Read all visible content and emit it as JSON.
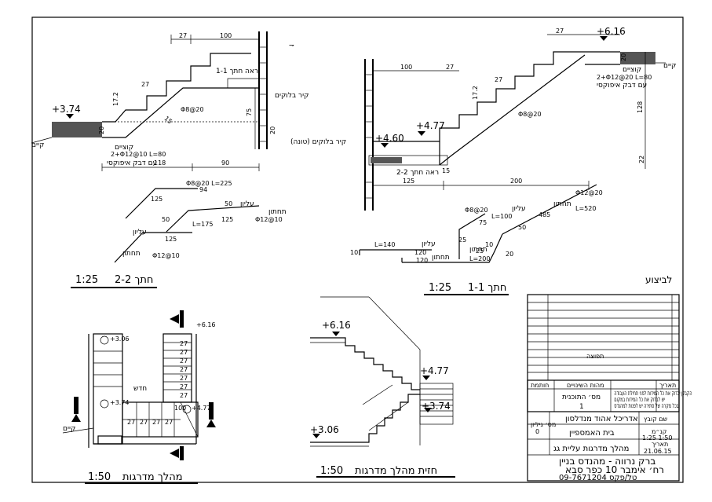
{
  "sheet": {
    "stamp_label": "לביצוע",
    "reinforcement_header": "חתך",
    "rev_col_1": "חותמת",
    "rev_col_2": "מס׳ התוכנית",
    "rev_col_3": "תאריך",
    "rev_col_4": "מהות השינויים",
    "rev_plan_no": "1",
    "heading_sheet": "תפוצה",
    "notes_1": "הקבלן יבדוק את כל המידות לפני תחילת העבודה",
    "notes_2": "יש לבדוק את כל המידות במקום",
    "notes_3": "בכל מקרה של סתירה יש לפנות למהנדס"
  },
  "title_block": {
    "architect": "אדריכל אהוד מנדלסון",
    "project": "בית האמספיין",
    "drawing_title": "מהלך מדרגות עליית גג",
    "engineer": "ברק נרווה - מהנדס בניין",
    "address": "רח׳ אימבר 10 כפר סבא",
    "phone": "טל/פקס 09-7671204",
    "file_label": "שם קובץ",
    "scale_label": "קנ״מ",
    "scale_value": "1:25 1:50",
    "date_label": "תאריך",
    "date_value": "21.06.15",
    "drawing_no_label": "מס׳ גיליון",
    "drawing_no_value": "0"
  },
  "section_1_1": {
    "title": "חתך 1-1",
    "scale": "1:25",
    "level_top": "+6.16",
    "level_mid": "+4.77",
    "level_low": "+4.60",
    "dim_riser": "27",
    "dim_100": "100",
    "dim_27b": "27",
    "dim_172": "17.2",
    "dim_128": "128",
    "dim_22": "22",
    "dim_20": "20",
    "dim_125": "125",
    "dim_200": "200",
    "dim_15": "15",
    "wall_label": "קיר בלוקים (טונה)",
    "wall_existing": "קיים",
    "bars_label": "קוציים",
    "bars_spec": "2+Φ12@20 L=80",
    "epoxy": "עם דבק איפוקסי",
    "top_bar": "Φ8@20",
    "section_ref": "ראה חתך 2-2",
    "rebar_1_spec": "Φ12@20",
    "rebar_1_len": "L=520",
    "rebar_1_dim": "485",
    "rebar_1_tag": "תחתון",
    "rebar_2_spec": "Φ8@20",
    "rebar_2_len": "L=100",
    "rebar_2_dim": "75",
    "rebar_2_tag": "עליון",
    "rebar_2_dim_b": "50",
    "rebar_3_spec": "Φ8@20",
    "rebar_3_len": "L=140",
    "rebar_3_dim": "120",
    "rebar_3_tag": "עליון",
    "rebar_3_end": "10",
    "rebar_4_len": "L=200",
    "rebar_4_dim": "120",
    "rebar_4_tag": "תחתון",
    "rebar_4_d25": "25",
    "rebar_4_d20": "20",
    "rebar_4_d10": "10"
  },
  "section_2_2": {
    "title": "חתך 2-2",
    "scale": "1:25",
    "level": "+3.74",
    "dim_27": "27",
    "dim_100": "100",
    "dim_27b": "27",
    "dim_172": "17.2",
    "dim_75": "75",
    "dim_20": "20",
    "dim_118": "118",
    "dim_90": "90",
    "dim_15": "15",
    "dim_20b": "20",
    "section_ref": "ראה חתך 1-1",
    "wall_label": "קיר בלוקים",
    "existing": "קיים",
    "bars_label": "קוציים",
    "bars_spec": "2+Φ12@10 L=80",
    "epoxy": "עם דבק איפוקסי",
    "top_bar": "Φ8@20",
    "rebar_1_spec": "Φ8@20 L=225",
    "rebar_1_dim": "94",
    "rebar_1_dim_b": "125",
    "rebar_1_tag": "עליון",
    "rebar_1_d50": "50",
    "rebar_2_tag": "תחתון",
    "rebar_2_spec": "Φ12@10",
    "rebar_2_dim": "125",
    "rebar_2_len": "L=175",
    "rebar_2_d50": "50",
    "rebar_3_tag": "עליון",
    "rebar_3_dim": "125",
    "rebar_4_tag": "תחתון",
    "rebar_4_spec": "Φ12@10"
  },
  "plan": {
    "title": "מהלך מדרגות",
    "scale": "1:50",
    "level_top": "+6.16",
    "level_a": "+3.06",
    "level_b": "+3.74",
    "level_c": "+4.77",
    "tread": "27",
    "dim_100": "100",
    "landing_label": "חדש",
    "existing": "קיים"
  },
  "elevation": {
    "title": "חזית מהלך מדרגות",
    "scale": "1:50",
    "level_top": "+6.16",
    "level_mid": "+4.77",
    "level_low": "+3.74",
    "level_base": "+3.06"
  }
}
